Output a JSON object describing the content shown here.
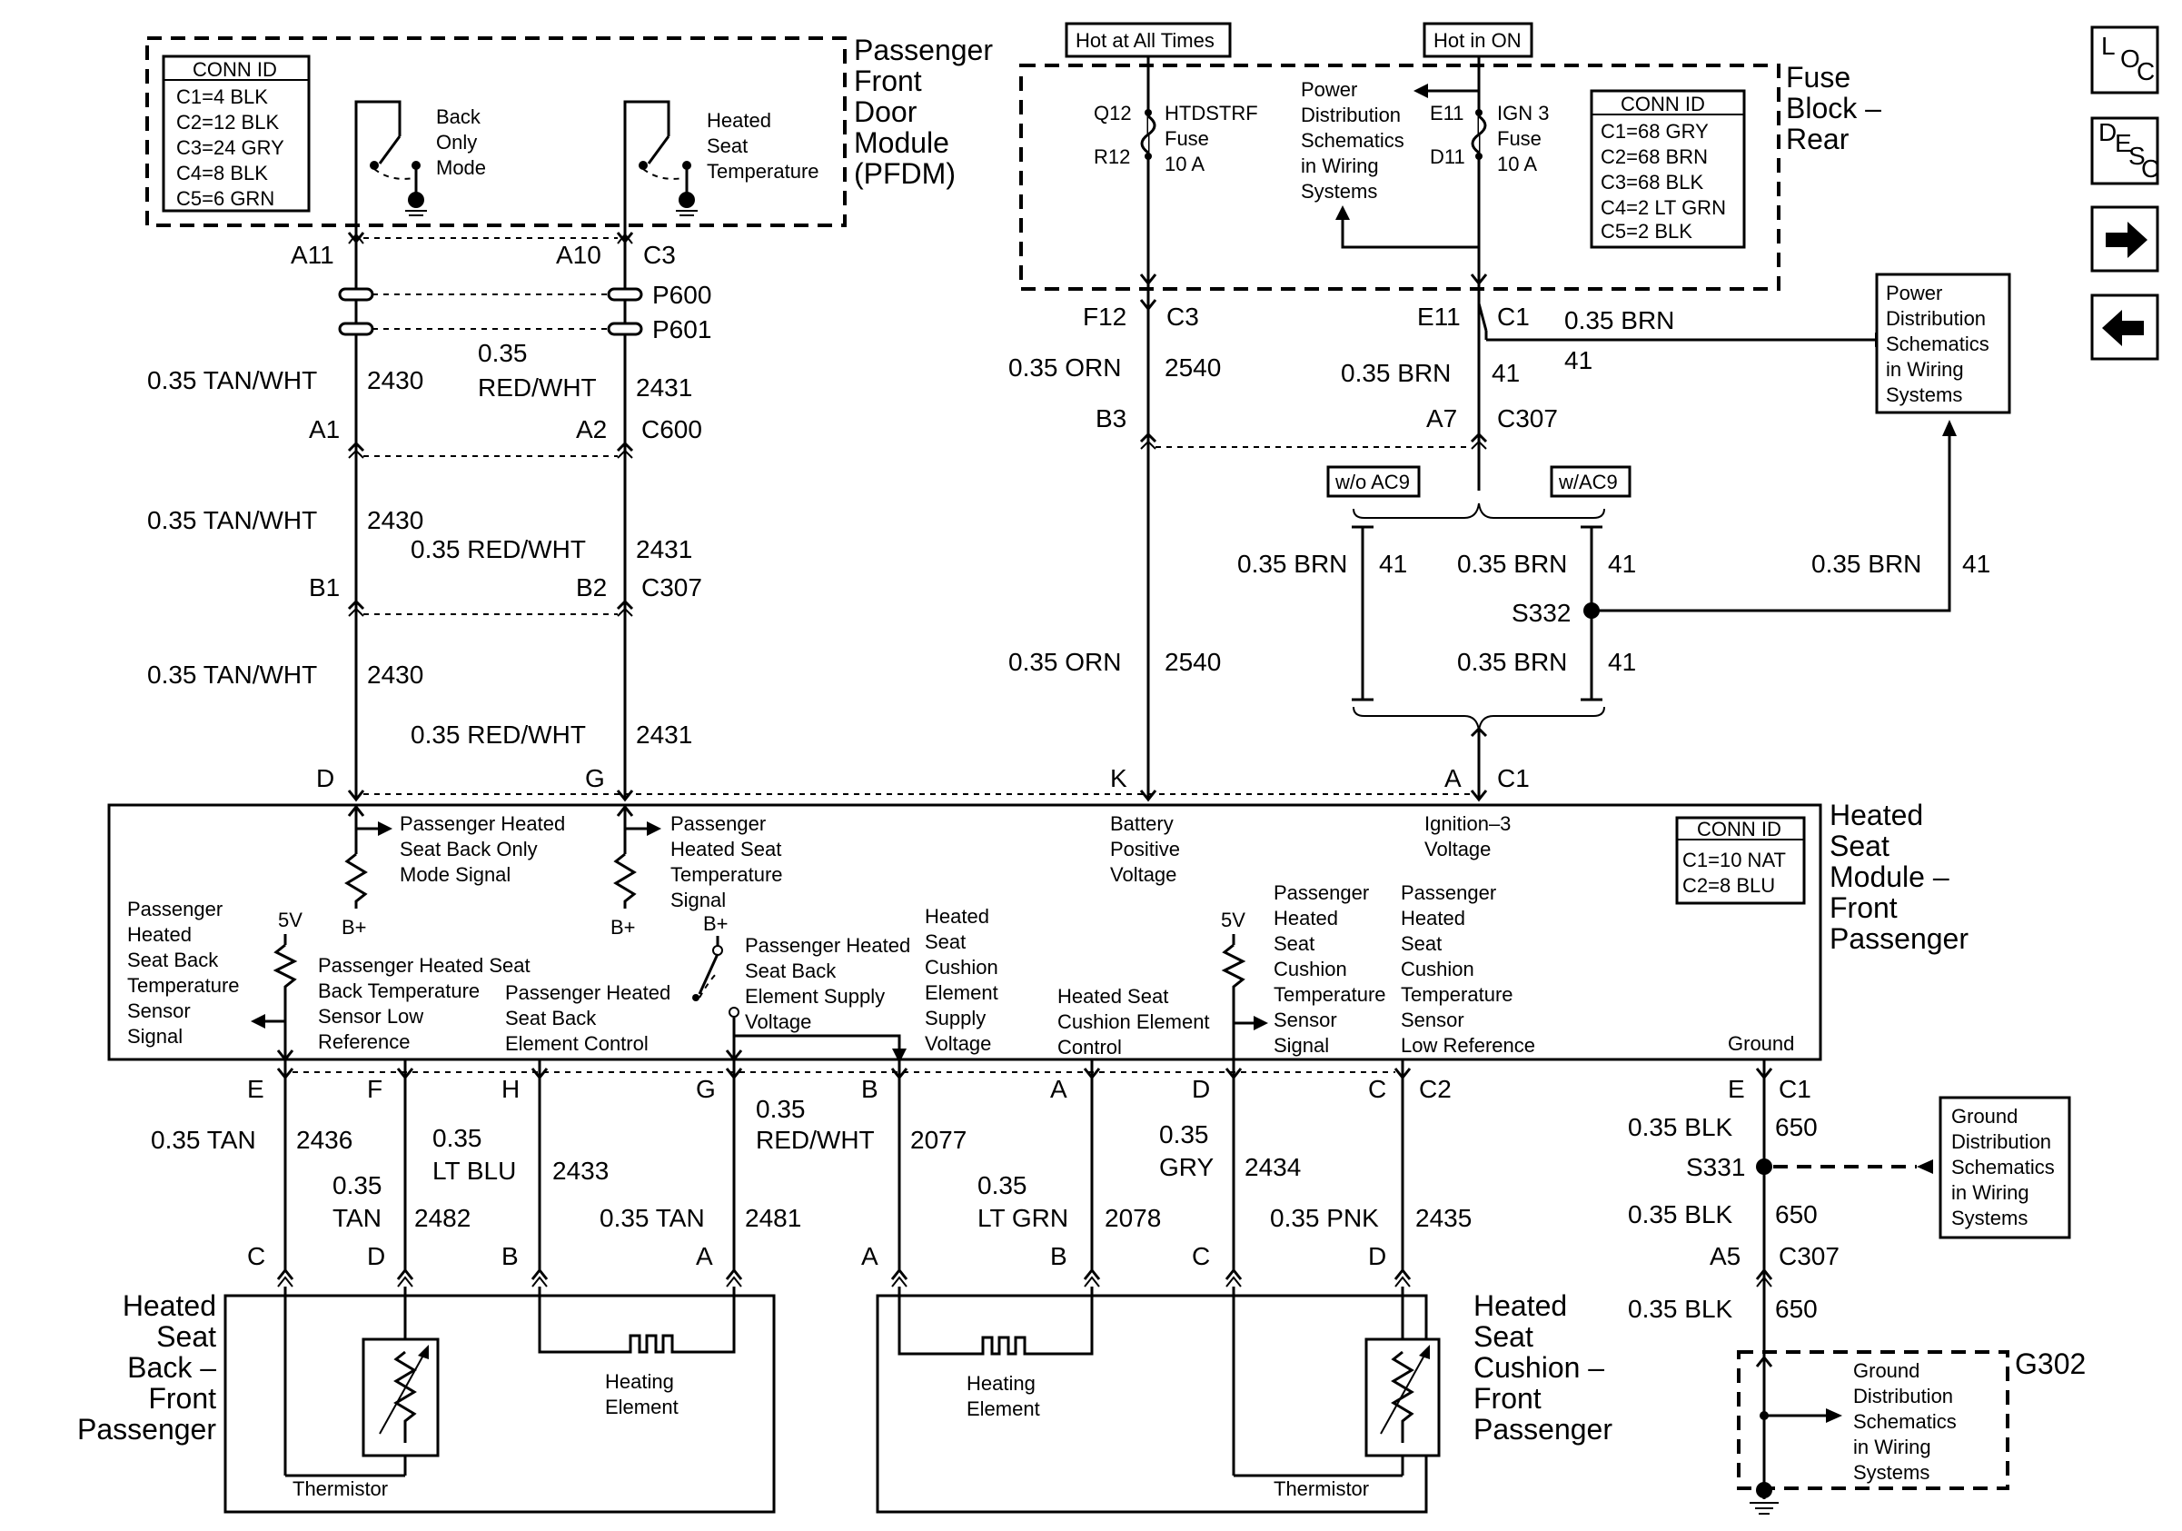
{
  "nav": {
    "loc": {
      "a": "L",
      "b": "O",
      "c": "C"
    },
    "desc": {
      "a": "D",
      "b": "E",
      "c": "S",
      "d": "C"
    }
  },
  "pfdm": {
    "title": [
      "Passenger",
      "Front",
      "Door",
      "Module",
      "(PFDM)"
    ],
    "conn_title": "CONN ID",
    "conn": [
      "C1=4 BLK",
      "C2=12 BLK",
      "C3=24 GRY",
      "C4=8 BLK",
      "C5=6 GRN"
    ],
    "switch1": [
      "Back",
      "Only",
      "Mode"
    ],
    "switch2": [
      "Heated",
      "Seat",
      "Temperature"
    ],
    "pin_a11": "A11",
    "pin_a10": "A10",
    "conn_c3": "C3"
  },
  "fuse_block": {
    "title": [
      "Fuse",
      "Block –",
      "Rear"
    ],
    "hot_all": "Hot at All Times",
    "hot_on": "Hot in ON",
    "q12": "Q12",
    "r12": "R12",
    "fuse1": [
      "HTDSTRF",
      "Fuse",
      "10 A"
    ],
    "e11": "E11",
    "d11": "D11",
    "fuse2": [
      "IGN 3",
      "Fuse",
      "10 A"
    ],
    "power_dist": [
      "Power",
      "Distribution",
      "Schematics",
      "in Wiring",
      "Systems"
    ],
    "conn_title": "CONN ID",
    "conn": [
      "C1=68 GRY",
      "C2=68 BRN",
      "C3=68 BLK",
      "C4=2 LT GRN",
      "C5=2 BLK"
    ],
    "f12": "F12",
    "c3": "C3",
    "e11b": "E11",
    "c1": "C1"
  },
  "power_box_right": [
    "Power",
    "Distribution",
    "Schematics",
    "in Wiring",
    "Systems"
  ],
  "wires": {
    "p600": "P600",
    "p601": "P601",
    "w1a": "0.35 TAN/WHT",
    "n1a": "2430",
    "w2a1": "0.35",
    "w2a2": "RED/WHT",
    "n2a": "2431",
    "a1": "A1",
    "a2": "A2",
    "c600": "C600",
    "w1b": "0.35 TAN/WHT",
    "n1b": "2430",
    "w2b": "0.35 RED/WHT",
    "n2b": "2431",
    "b1": "B1",
    "b2": "B2",
    "c307a": "C307",
    "w1c": "0.35 TAN/WHT",
    "n1c": "2430",
    "w2c": "0.35 RED/WHT",
    "n2c": "2431",
    "orn1": "0.35 ORN",
    "n_orn1": "2540",
    "b3": "B3",
    "orn2": "0.35 ORN",
    "n_orn2": "2540",
    "brn_top": "0.35 BRN",
    "n_brn_top": "41",
    "brn_e11": "0.35 BRN",
    "n_brn_e11": "41",
    "a7": "A7",
    "c307b": "C307",
    "wo_ac9": "w/o AC9",
    "w_ac9": "w/AC9",
    "brn_l": "0.35 BRN",
    "n_brn_l": "41",
    "brn_m": "0.35 BRN",
    "n_brn_m": "41",
    "brn_r": "0.35 BRN",
    "n_brn_r": "41",
    "s332": "S332",
    "brn_low": "0.35 BRN",
    "n_brn_low": "41",
    "pin_d": "D",
    "pin_g": "G",
    "pin_k": "K",
    "pin_a": "A",
    "pin_c1": "C1"
  },
  "hsm": {
    "title": [
      "Heated",
      "Seat",
      "Module –",
      "Front",
      "Passenger"
    ],
    "conn_title": "CONN ID",
    "conn": [
      "C1=10 NAT",
      "C2=8 BLU"
    ],
    "sig1": [
      "Passenger Heated",
      "Seat Back Only",
      "Mode Signal"
    ],
    "sig2": [
      "Passenger",
      "Heated Seat",
      "Temperature",
      "Signal"
    ],
    "bplus": "B+",
    "batt": [
      "Battery",
      "Positive",
      "Voltage"
    ],
    "ign": [
      "Ignition–3",
      "Voltage"
    ],
    "back_temp": [
      "Passenger",
      "Heated",
      "Seat Back",
      "Temperature",
      "Sensor",
      "Signal"
    ],
    "fivev": "5V",
    "back_low": [
      "Passenger Heated Seat",
      "Back Temperature",
      "Sensor Low",
      "Reference"
    ],
    "back_ctrl": [
      "Passenger Heated",
      "Seat Back",
      "Element Control"
    ],
    "back_supply": [
      "Passenger Heated",
      "Seat Back",
      "Element Supply",
      "Voltage"
    ],
    "cush_supply": [
      "Heated",
      "Seat",
      "Cushion",
      "Element",
      "Supply",
      "Voltage"
    ],
    "cush_ctrl": [
      "Heated Seat",
      "Cushion Element",
      "Control"
    ],
    "cush_temp": [
      "Passenger",
      "Heated",
      "Seat",
      "Cushion",
      "Temperature",
      "Sensor",
      "Signal"
    ],
    "cush_low": [
      "Passenger",
      "Heated",
      "Seat",
      "Cushion",
      "Temperature",
      "Sensor",
      "Low Reference"
    ],
    "ground": "Ground"
  },
  "lower": {
    "pins_top": [
      "E",
      "F",
      "H",
      "G",
      "B",
      "A",
      "D",
      "C"
    ],
    "c2": "C2",
    "tan": "0.35 TAN",
    "n2436": "2436",
    "tan2a": "0.35",
    "tan2b": "TAN",
    "n2482": "2482",
    "ltblu_a": "0.35",
    "ltblu_b": "LT BLU",
    "n2433": "2433",
    "tan3": "0.35 TAN",
    "n2481": "2481",
    "redwht_a": "0.35",
    "redwht_b": "RED/WHT",
    "n2077": "2077",
    "ltgrn_a": "0.35",
    "ltgrn_b": "LT GRN",
    "n2078": "2078",
    "gry_a": "0.35",
    "gry_b": "GRY",
    "n2434": "2434",
    "pnk": "0.35 PNK",
    "n2435": "2435",
    "pins_bottom": [
      "C",
      "D",
      "B",
      "A",
      "A",
      "B",
      "C",
      "D"
    ],
    "back_title": [
      "Heated",
      "Seat",
      "Back –",
      "Front",
      "Passenger"
    ],
    "cush_title": [
      "Heated",
      "Seat",
      "Cushion –",
      "Front",
      "Passenger"
    ],
    "heating": [
      "Heating",
      "Element"
    ],
    "thermistor": "Thermistor"
  },
  "ground": {
    "e": "E",
    "c1": "C1",
    "blk1": "0.35 BLK",
    "n1": "650",
    "s331": "S331",
    "blk2": "0.35 BLK",
    "n2": "650",
    "a5": "A5",
    "c307": "C307",
    "blk3": "0.35 BLK",
    "n3": "650",
    "g302": "G302",
    "gds_box": [
      "Ground",
      "Distribution",
      "Schematics",
      "in Wiring",
      "Systems"
    ],
    "gds_inner": [
      "Ground",
      "Distribution",
      "Schematics",
      "in Wiring",
      "Systems"
    ]
  }
}
